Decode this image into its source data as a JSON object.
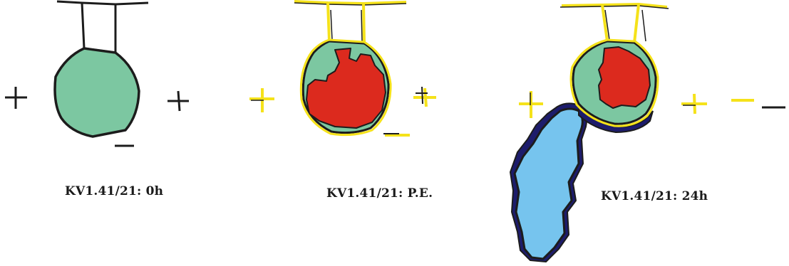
{
  "panels": [
    {
      "caption": "KV1.41/21: 0h"
    },
    {
      "caption": "KV1.41/21: P.E."
    },
    {
      "caption": "KV1.41/21: 24h"
    }
  ],
  "colors": {
    "outline": "#1c1c1c",
    "highlight": "#f5e21a",
    "green": "#7cc7a1",
    "red": "#dc2a1e",
    "navy": "#1d1c6c",
    "lightblue": "#76c4ee"
  }
}
